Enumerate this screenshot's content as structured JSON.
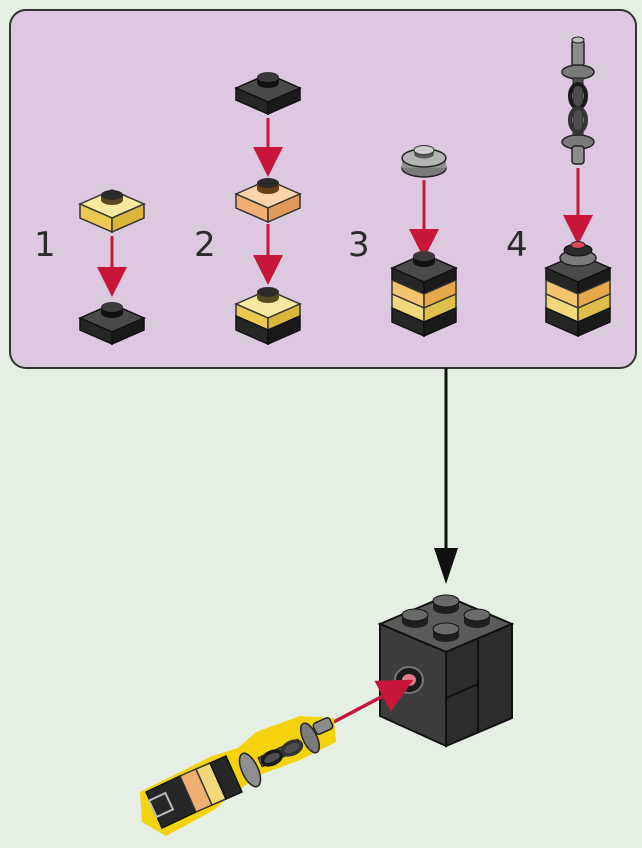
{
  "substeps": [
    {
      "number": "1"
    },
    {
      "number": "2"
    },
    {
      "number": "3"
    },
    {
      "number": "4"
    }
  ],
  "colors": {
    "background": "#e6efe4",
    "subassembly_panel": "#dcc9df",
    "subassembly_border": "#333333",
    "placement_arrow": "#c7163a",
    "connector_arrow": "#111111",
    "dark_brick": "#2e2e2e",
    "trans_yellow": "#f5d96a",
    "trans_orange": "#f0b070",
    "light_gray": "#a9a9a9",
    "highlight": "#f4d000"
  }
}
